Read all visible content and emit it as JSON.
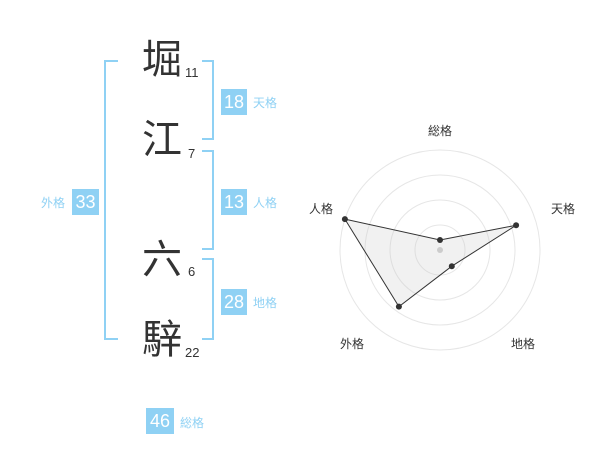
{
  "name": {
    "characters": [
      {
        "char": "堀",
        "strokes": "11"
      },
      {
        "char": "江",
        "strokes": "7"
      },
      {
        "char": "六",
        "strokes": "6"
      },
      {
        "char": "騂",
        "strokes": "22"
      }
    ]
  },
  "fortune": {
    "tenkaku": {
      "value": "18",
      "label": "天格"
    },
    "jinkaku": {
      "value": "13",
      "label": "人格"
    },
    "chikaku": {
      "value": "28",
      "label": "地格"
    },
    "gaikaku": {
      "value": "33",
      "label": "外格"
    },
    "soukaku": {
      "value": "46",
      "label": "総格"
    }
  },
  "colors": {
    "accent": "#8fd1f4",
    "text": "#333333",
    "chart_line": "#333333"
  },
  "chart_data": {
    "type": "radar",
    "axes": [
      "総格",
      "天格",
      "地格",
      "外格",
      "人格"
    ],
    "values": [
      0.1,
      0.8,
      0.2,
      0.7,
      1.0
    ],
    "max": 1.0,
    "rings": 4
  }
}
